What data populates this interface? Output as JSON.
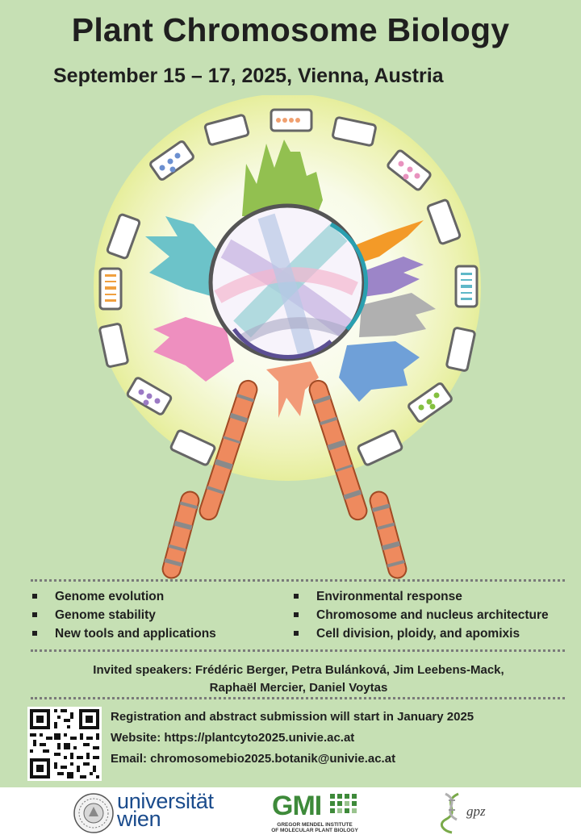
{
  "header": {
    "title": "Plant Chromosome Biology",
    "subtitle": "September 15 – 17, 2025, Vienna, Austria"
  },
  "topics": {
    "left": [
      "Genome evolution",
      "Genome stability",
      "New tools and applications"
    ],
    "right": [
      "Environmental response",
      "Chromosome and nucleus architecture",
      "Cell division, ploidy, and apomixis"
    ]
  },
  "speakers": {
    "line1": "Invited speakers: Frédéric Berger, Petra Bulánková, Jim Leebens-Mack,",
    "line2": "Raphaël Mercier, Daniel Voytas"
  },
  "info": {
    "registration": "Registration and abstract submission will start in January 2025",
    "website": "Website: https://plantcyto2025.univie.ac.at",
    "email": "Email: chromosomebio2025.botanik@univie.ac.at"
  },
  "footer": {
    "uni_line1": "universität",
    "uni_line2": "wien",
    "gmi": "GMI",
    "gmi_line1": "GREGOR MENDEL INSTITUTE",
    "gmi_line2": "OF MOLECULAR PLANT BIOLOGY",
    "gpz": "gpz"
  },
  "colors": {
    "background": "#c6e0b4",
    "chromosome": "#ee8a5e",
    "ring_blue": "#2aa0b0",
    "ring_purple": "#5b4e94",
    "uni_blue": "#1a4b8c",
    "gmi_green": "#3e8a3a"
  }
}
